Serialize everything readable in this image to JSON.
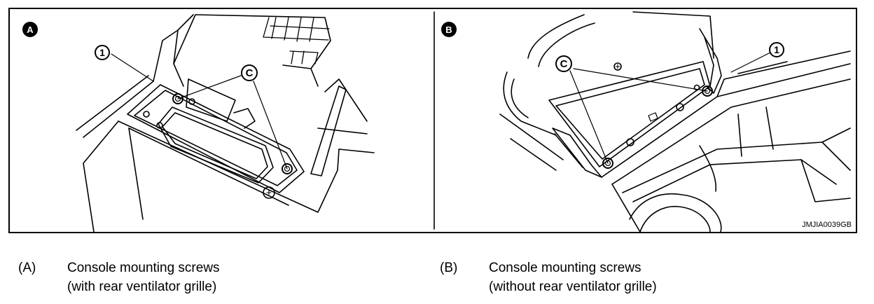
{
  "panels": [
    {
      "badge": "A",
      "part_callout": "1",
      "screw_callout": "C",
      "caption_tag": "(A)",
      "caption_line1": "Console mounting screws",
      "caption_line2": "(with rear ventilator grille)"
    },
    {
      "badge": "B",
      "part_callout": "1",
      "screw_callout": "C",
      "caption_tag": "(B)",
      "caption_line1": "Console mounting screws",
      "caption_line2": "(without rear ventilator grille)"
    }
  ],
  "figure_id": "JMJIA0039GB",
  "colors": {
    "line": "#000000",
    "background": "#ffffff"
  }
}
